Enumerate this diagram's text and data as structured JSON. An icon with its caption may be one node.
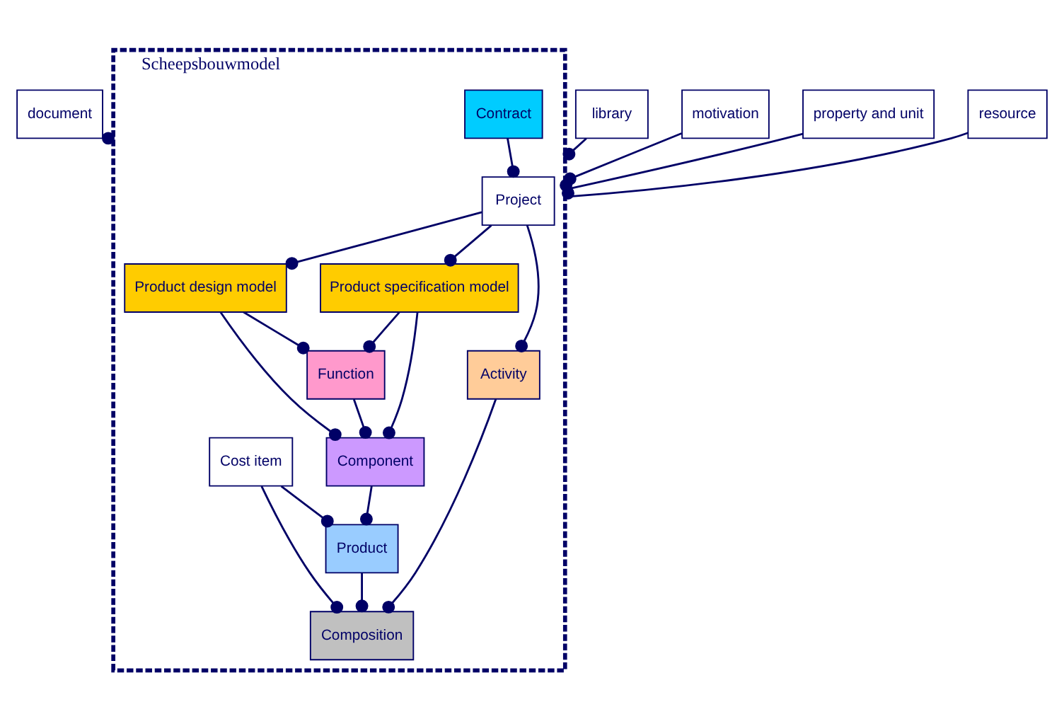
{
  "diagram": {
    "nodes": [
      {
        "text": [
          "document"
        ]
      },
      {
        "text": [
          "library"
        ]
      },
      {
        "text": [
          "motivation"
        ]
      },
      {
        "text": [
          "property and unit"
        ]
      },
      {
        "text": [
          "resource"
        ]
      },
      {
        "text": [
          "Scheepsbouwmodel"
        ]
      },
      {
        "text": [
          "Project"
        ],
        "in": 5
      },
      {
        "text": [
          "Contract"
        ],
        "in": 5
      },
      {
        "text": [
          "Product design model"
        ],
        "in": 5
      },
      {
        "text": [
          "Function"
        ],
        "in": 5
      },
      {
        "text": [
          "Activity"
        ],
        "in": 5
      },
      {
        "text": [
          "Component"
        ],
        "in": 5
      },
      {
        "text": [
          "Composition"
        ],
        "in": 5
      },
      {
        "text": [
          "Product specification model"
        ],
        "in": 5
      },
      {
        "text": [
          "Product"
        ],
        "in": 5
      },
      {
        "text": [
          "Cost item"
        ],
        "in": 5
      }
    ],
    "edges": [
      {
        "from": 0,
        "to": 5,
        "arrow": "other"
      },
      {
        "from": 1,
        "to": 5,
        "arrow": "other"
      },
      {
        "from": 2,
        "to": 5,
        "arrow": "other"
      },
      {
        "from": 3,
        "to": 5,
        "arrow": "other"
      },
      {
        "from": 4,
        "to": 5,
        "arrow": "other"
      },
      {
        "from": 6,
        "to": 8,
        "arrow": "other"
      },
      {
        "from": 6,
        "to": 13,
        "arrow": "other"
      },
      {
        "from": 7,
        "to": 6,
        "arrow": "other"
      },
      {
        "from": 6,
        "to": 10,
        "arrow": "other"
      },
      {
        "from": 8,
        "to": 9,
        "arrow": "other"
      },
      {
        "from": 8,
        "to": 11,
        "arrow": "other"
      },
      {
        "from": 13,
        "to": 9,
        "arrow": "other"
      },
      {
        "from": 13,
        "to": 11,
        "arrow": "other"
      },
      {
        "from": 9,
        "to": 11,
        "arrow": "other"
      },
      {
        "from": 10,
        "to": 12,
        "arrow": "other"
      },
      {
        "from": 11,
        "to": 14,
        "arrow": "other"
      },
      {
        "from": 14,
        "to": 12,
        "arrow": "other"
      },
      {
        "from": 15,
        "to": 12,
        "arrow": "other"
      },
      {
        "from": 15,
        "to": 14,
        "arrow": "other"
      }
    ]
  }
}
